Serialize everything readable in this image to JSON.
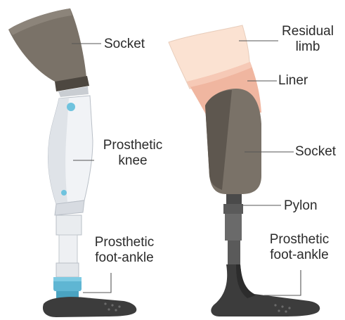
{
  "labels": {
    "socket_left": "Socket",
    "knee_line1": "Prosthetic",
    "knee_line2": "knee",
    "foot_left_line1": "Prosthetic",
    "foot_left_line2": "foot-ankle",
    "residual_line1": "Residual",
    "residual_line2": "limb",
    "liner": "Liner",
    "socket_right": "Socket",
    "pylon": "Pylon",
    "foot_right_line1": "Prosthetic",
    "foot_right_line2": "foot-ankle"
  },
  "colors": {
    "socket": "#7a7268",
    "socket_dark": "#5e574f",
    "knee_white": "#f1f3f6",
    "knee_shadow": "#d7dbe1",
    "metal": "#cfd3d8",
    "blue_joint": "#6fc3de",
    "foot": "#3c3c3c",
    "skin": "#fbe2d2",
    "liner": "#f0b6a0",
    "pylon": "#5a5a5a"
  }
}
